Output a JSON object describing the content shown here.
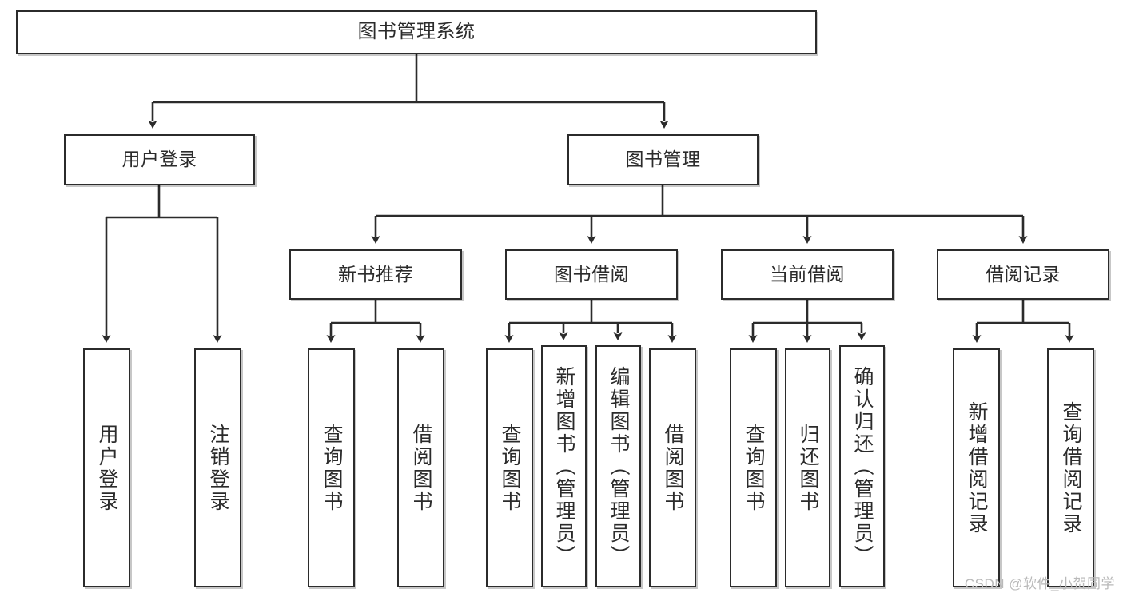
{
  "diagram": {
    "title": "图书管理系统",
    "type": "tree",
    "stroke_color": "#2b2b2b",
    "fill_color": "#ffffff",
    "root": {
      "id": "root",
      "label": "图书管理系统"
    },
    "level1": [
      {
        "id": "user-login",
        "label": "用户登录"
      },
      {
        "id": "book-manage",
        "label": "图书管理"
      }
    ],
    "level2": [
      {
        "id": "new-book-recommend",
        "label": "新书推荐",
        "parent": "book-manage"
      },
      {
        "id": "book-borrow",
        "label": "图书借阅",
        "parent": "book-manage"
      },
      {
        "id": "current-borrow",
        "label": "当前借阅",
        "parent": "book-manage"
      },
      {
        "id": "borrow-record",
        "label": "借阅记录",
        "parent": "book-manage"
      }
    ],
    "leaves": [
      {
        "id": "leaf-user-login",
        "label": "用户登录",
        "parent": "user-login"
      },
      {
        "id": "leaf-logout-login",
        "label": "注销登录",
        "parent": "user-login"
      },
      {
        "id": "leaf-query-book-1",
        "label": "查询图书",
        "parent": "new-book-recommend"
      },
      {
        "id": "leaf-borrow-book-1",
        "label": "借阅图书",
        "parent": "new-book-recommend"
      },
      {
        "id": "leaf-query-book-2",
        "label": "查询图书",
        "parent": "book-borrow"
      },
      {
        "id": "leaf-add-book",
        "label": "新增图书（管理员）",
        "parent": "book-borrow"
      },
      {
        "id": "leaf-edit-book",
        "label": "编辑图书（管理员）",
        "parent": "book-borrow"
      },
      {
        "id": "leaf-borrow-book-2",
        "label": "借阅图书",
        "parent": "book-borrow"
      },
      {
        "id": "leaf-query-book-3",
        "label": "查询图书",
        "parent": "current-borrow"
      },
      {
        "id": "leaf-return-book",
        "label": "归还图书",
        "parent": "current-borrow"
      },
      {
        "id": "leaf-confirm-return",
        "label": "确认归还（管理员）",
        "parent": "current-borrow"
      },
      {
        "id": "leaf-add-record",
        "label": "新增借阅记录",
        "parent": "borrow-record"
      },
      {
        "id": "leaf-query-record",
        "label": "查询借阅记录",
        "parent": "borrow-record"
      }
    ]
  },
  "watermark": {
    "text": "CSDN @软件_小贺同学"
  }
}
